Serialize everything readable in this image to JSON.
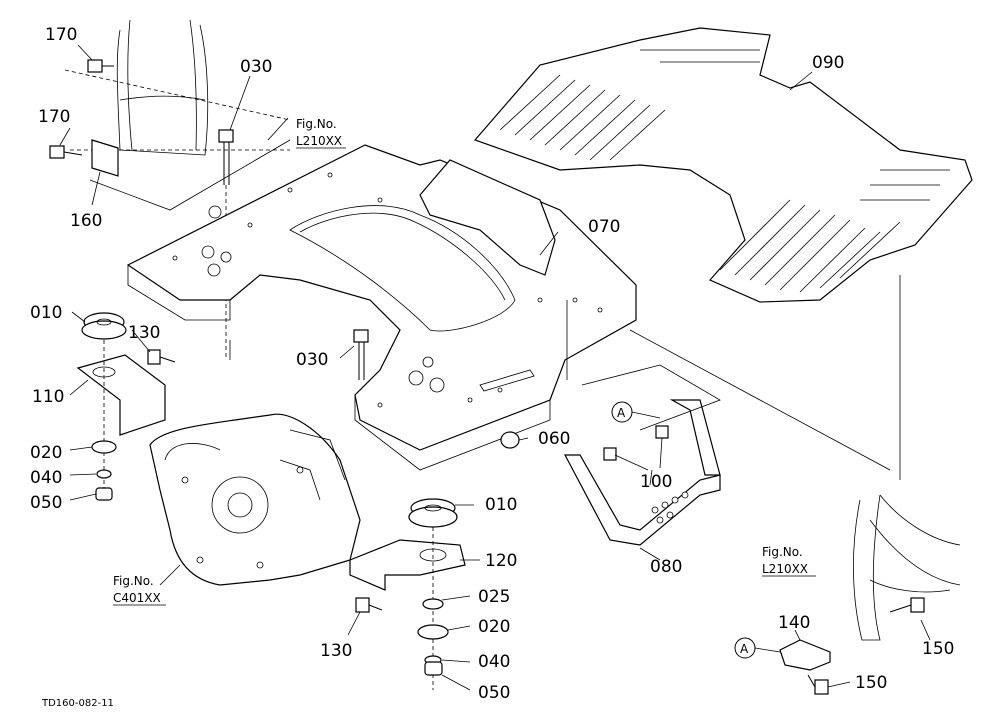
{
  "drawing_code": "TD160-082-11",
  "callouts": [
    "170",
    "170",
    "160",
    "030",
    "030",
    "010",
    "010",
    "130",
    "130",
    "110",
    "120",
    "020",
    "020",
    "025",
    "040",
    "040",
    "050",
    "050",
    "060",
    "070",
    "080",
    "090",
    "100",
    "140",
    "150",
    "150"
  ],
  "figure_refs": [
    {
      "prefix": "Fig.No.",
      "code": "L210XX"
    },
    {
      "prefix": "Fig.No.",
      "code": "C401XX"
    },
    {
      "prefix": "Fig.No.",
      "code": "L210XX"
    }
  ],
  "markers": [
    "A",
    "A"
  ]
}
